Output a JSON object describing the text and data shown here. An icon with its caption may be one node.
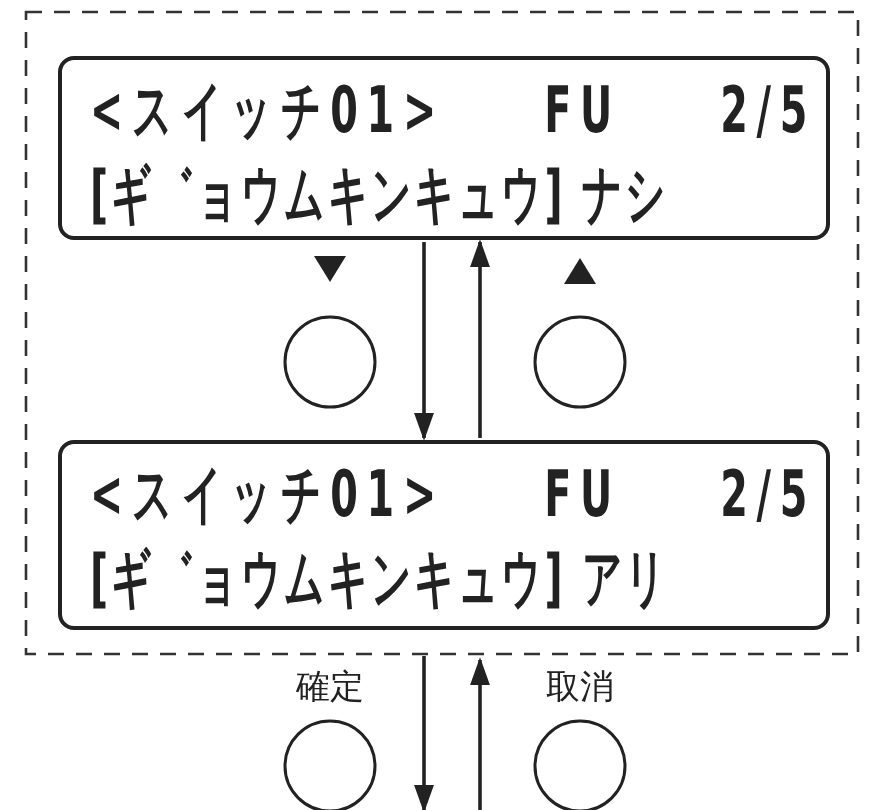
{
  "diagram": {
    "nodes": [
      {
        "text": [],
        "shape": "box"
      },
      {
        "text": [
          "<スイッチ01> FU 2/5",
          "[ギ゛ョウムキンキュウ] ナシ"
        ],
        "in": 0
      },
      {
        "text": [
          "<スイッチ01> FU 2/5",
          "[ギ゛ョウムキンキュウ] アリ"
        ],
        "in": 0
      },
      {
        "text": [],
        "shape": "circle",
        "in": 0
      },
      {
        "text": [],
        "shape": "circle",
        "in": 0
      },
      {
        "text": [
          "確定"
        ]
      },
      {
        "text": [
          "取消"
        ]
      }
    ],
    "edges": [
      {
        "from": 1,
        "to": 2,
        "arrow": "to"
      },
      {
        "from": 2,
        "to": 1,
        "arrow": "to"
      },
      {
        "from": 0,
        "to": null,
        "arrow": "to"
      },
      {
        "from": null,
        "to": 0,
        "arrow": "to"
      }
    ]
  }
}
